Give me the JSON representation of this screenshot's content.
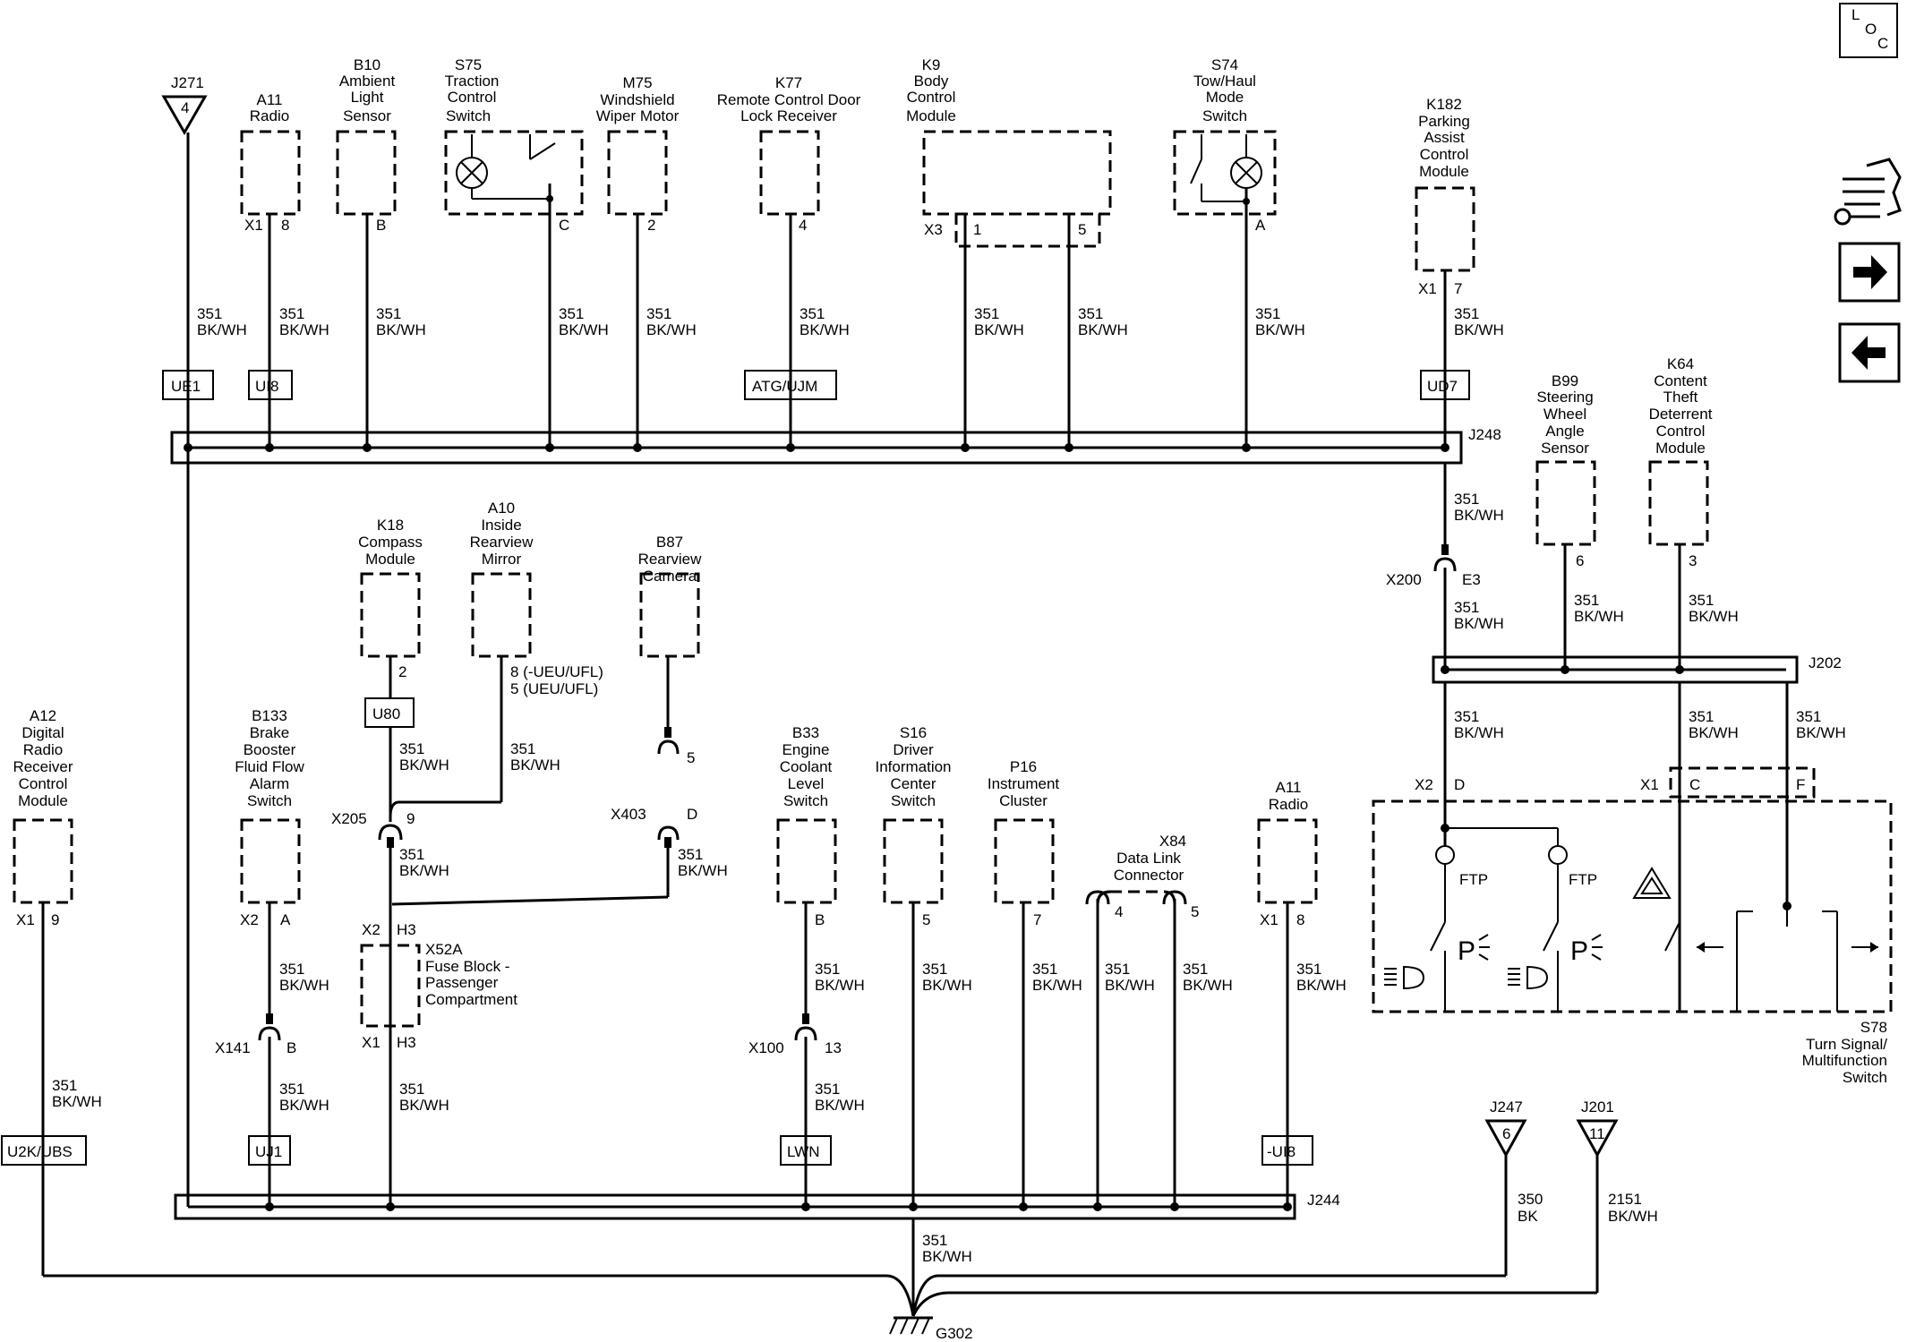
{
  "sheet": {
    "loc": [
      "L",
      "O",
      "C"
    ],
    "nav_icons": [
      "wrench-icon",
      "arrow-right-icon",
      "arrow-left-icon"
    ]
  },
  "splices": {
    "J248": "J248",
    "J244": "J244",
    "J202": "J202"
  },
  "connectors": {
    "J271": {
      "name": "J271",
      "pin": "4"
    },
    "J247": {
      "name": "J247",
      "pin": "6"
    },
    "J201": {
      "name": "J201",
      "pin": "11"
    }
  },
  "ground": "G302",
  "wire": {
    "circuit": "351",
    "color": "BK/WH"
  },
  "wires": {
    "w350": {
      "circuit": "350",
      "color": "BK"
    },
    "w2151": {
      "circuit": "2151",
      "color": "BK/WH"
    }
  },
  "modules_top": [
    {
      "lines": [
        "A11",
        "Radio"
      ],
      "conn": "X1",
      "pin": "8",
      "option": "UI8"
    },
    {
      "lines": [
        "B10",
        "Ambient",
        "Light",
        "Sensor"
      ],
      "pin": "B"
    },
    {
      "lines": [
        "S75",
        "Traction",
        "Control",
        "Switch"
      ],
      "pin": "C"
    },
    {
      "lines": [
        "M75",
        "Windshield",
        "Wiper Motor"
      ],
      "pin": "2"
    },
    {
      "lines": [
        "K77",
        "Remote Control Door",
        "Lock Receiver"
      ],
      "pin": "4",
      "option": "ATG/UJM"
    },
    {
      "lines": [
        "K9",
        "Body",
        "Control",
        "Module"
      ],
      "conn": "X3",
      "pins": [
        "1",
        "5"
      ]
    },
    {
      "lines": [
        "S74",
        "Tow/Haul",
        "Mode",
        "Switch"
      ],
      "pin": "A"
    },
    {
      "lines": [
        "K182",
        "Parking",
        "Assist",
        "Control",
        "Module"
      ],
      "conn": "X1",
      "pin": "7",
      "option": "UD7"
    }
  ],
  "options": {
    "ue1": "UE1",
    "u80": "U80",
    "u2k": "U2K/UBS",
    "uj1": "UJ1",
    "lwn": "LWN",
    "ui8neg": "-UI8"
  },
  "modules_mid": {
    "k18": {
      "lines": [
        "K18",
        "Compass",
        "Module"
      ],
      "pin": "2"
    },
    "a10": {
      "lines": [
        "A10",
        "Inside",
        "Rearview",
        "Mirror"
      ],
      "pins": [
        "8 (-UEU/UFL)",
        "5 (UEU/UFL)"
      ]
    },
    "b87": {
      "lines": [
        "B87",
        "Rearview",
        "Camera"
      ]
    },
    "b99": {
      "lines": [
        "B99",
        "Steering",
        "Wheel",
        "Angle",
        "Sensor"
      ],
      "pin": "6"
    },
    "k64": {
      "lines": [
        "K64",
        "Content",
        "Theft",
        "Deterrent",
        "Control",
        "Module"
      ],
      "pin": "3"
    }
  },
  "inline": {
    "x200": {
      "name": "X200",
      "pin": "E3"
    },
    "x205": {
      "name": "X205",
      "pin": "9"
    },
    "x403": {
      "name": "X403",
      "pin": "D",
      "pin_top": "5"
    },
    "x141": {
      "name": "X141",
      "pin": "B"
    },
    "x100": {
      "name": "X100",
      "pin": "13"
    }
  },
  "x52a": {
    "lines": [
      "X52A",
      "Fuse Block -",
      "Passenger",
      "Compartment"
    ],
    "top_conn": "X2",
    "top_pin": "H3",
    "bottom_conn": "X1",
    "bottom_pin": "H3"
  },
  "modules_bottom": [
    {
      "lines": [
        "A12",
        "Digital",
        "Radio",
        "Receiver",
        "Control",
        "Module"
      ],
      "conn": "X1",
      "pin": "9"
    },
    {
      "lines": [
        "B133",
        "Brake",
        "Booster",
        "Fluid Flow",
        "Alarm",
        "Switch"
      ],
      "conn": "X2",
      "pin": "A"
    },
    {
      "lines": [
        "B33",
        "Engine",
        "Coolant",
        "Level",
        "Switch"
      ],
      "pin": "B"
    },
    {
      "lines": [
        "S16",
        "Driver",
        "Information",
        "Center",
        "Switch"
      ],
      "pin": "5"
    },
    {
      "lines": [
        "P16",
        "Instrument",
        "Cluster"
      ],
      "pin": "7"
    },
    {
      "lines": [
        "X84",
        "Data Link",
        "Connector"
      ],
      "pins": [
        "4",
        "5"
      ]
    },
    {
      "lines": [
        "A11",
        "Radio"
      ],
      "conn": "X1",
      "pin": "8"
    }
  ],
  "s78": {
    "lines": [
      "S78",
      "Turn Signal/",
      "Multifunction",
      "Switch"
    ],
    "conn_left": "X2",
    "pin_left": "D",
    "conn_right": "X1",
    "pin_c": "C",
    "pin_f": "F",
    "ftp": "FTP",
    "p_symbol": "P",
    "icons": [
      "headlamp-icon",
      "hazard-icon",
      "turn-arrow-icon"
    ]
  }
}
